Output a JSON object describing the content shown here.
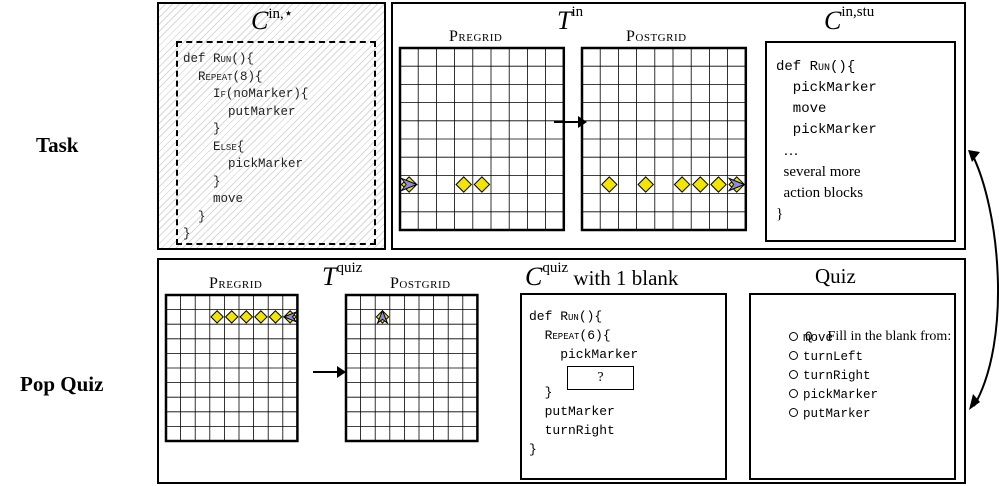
{
  "row_labels": {
    "task": "Task",
    "quiz": "Pop Quiz"
  },
  "task": {
    "code_title": {
      "base": "C",
      "sup": "in,⋆"
    },
    "code_lines": [
      {
        "pre": "def ",
        "kw": "Run",
        "post": "(){"
      },
      {
        "pre": "  ",
        "kw": "Repeat",
        "post": "(8){"
      },
      {
        "pre": "    ",
        "kw": "If",
        "post": "(noMarker){"
      },
      {
        "pre": "      putMarker",
        "kw": "",
        "post": ""
      },
      {
        "pre": "    }",
        "kw": "",
        "post": ""
      },
      {
        "pre": "    ",
        "kw": "Else",
        "post": "{"
      },
      {
        "pre": "      pickMarker",
        "kw": "",
        "post": ""
      },
      {
        "pre": "    }",
        "kw": "",
        "post": ""
      },
      {
        "pre": "    move",
        "kw": "",
        "post": ""
      },
      {
        "pre": "  }",
        "kw": "",
        "post": ""
      },
      {
        "pre": "}",
        "kw": "",
        "post": ""
      }
    ],
    "grid_title": {
      "base": "T",
      "sup": "in"
    },
    "pregrid_label": "Pregrid",
    "postgrid_label": "Postgrid",
    "student_title": {
      "base": "C",
      "sup": "in,stu"
    },
    "student_lines": [
      {
        "text": "def Run(){",
        "style": "code"
      },
      {
        "text": "  pickMarker",
        "style": "code"
      },
      {
        "text": "  move",
        "style": "code"
      },
      {
        "text": "  pickMarker",
        "style": "code"
      },
      {
        "text": "  …",
        "style": "serif"
      },
      {
        "text": "  several more",
        "style": "serif"
      },
      {
        "text": "  action blocks",
        "style": "serif"
      },
      {
        "text": "}",
        "style": "serif"
      }
    ]
  },
  "quiz": {
    "grid_title": {
      "base": "T",
      "sup": "quiz"
    },
    "pregrid_label": "Pregrid",
    "postgrid_label": "Postgrid",
    "code_title": {
      "base": "C",
      "sup": "quiz",
      "suffix": " with 1 blank"
    },
    "code_lines": [
      {
        "pre": "def ",
        "kw": "Run",
        "post": "(){"
      },
      {
        "pre": "  ",
        "kw": "Repeat",
        "post": "(6){"
      },
      {
        "pre": "    pickMarker",
        "kw": "",
        "post": ""
      },
      {
        "pre": "",
        "kw": "",
        "post": ""
      },
      {
        "pre": "  }",
        "kw": "",
        "post": ""
      },
      {
        "pre": "  putMarker",
        "kw": "",
        "post": ""
      },
      {
        "pre": "  turnRight",
        "kw": "",
        "post": ""
      },
      {
        "pre": "}",
        "kw": "",
        "post": ""
      }
    ],
    "blank_text": "?",
    "quiz_title": "Quiz",
    "question_prefix": "Q.",
    "question_text": "Fill in the blank from:",
    "options": [
      "move",
      "turnLeft",
      "turnRight",
      "pickMarker",
      "putMarker"
    ]
  },
  "colors": {
    "marker": "#f2e600",
    "avatar": "#8a8ae6",
    "hatch": "#d9d9d9"
  }
}
